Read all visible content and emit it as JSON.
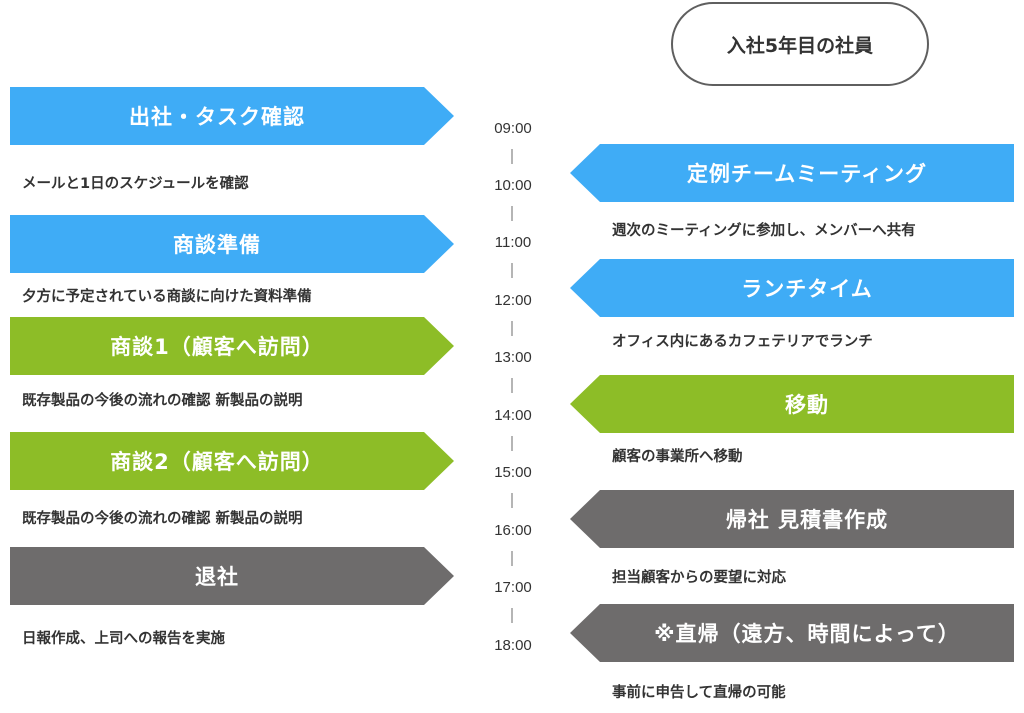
{
  "header": {
    "title": "入社5年目の社員"
  },
  "left_items": [
    {
      "label": "出社・タスク確認",
      "desc": "メールと1日のスケジュールを確認",
      "color": "#3facf6"
    },
    {
      "label": "商談準備",
      "desc": "夕方に予定されている商談に向けた資料準備",
      "color": "#3facf6"
    },
    {
      "label": "商談1（顧客へ訪問）",
      "desc": "既存製品の今後の流れの確認 新製品の説明",
      "color": "#8dbd27"
    },
    {
      "label": "商談2（顧客へ訪問）",
      "desc": "既存製品の今後の流れの確認 新製品の説明",
      "color": "#8dbd27"
    },
    {
      "label": "退社",
      "desc": "日報作成、上司への報告を実施",
      "color": "#6e6c6c"
    }
  ],
  "right_items": [
    {
      "label": "定例チームミーティング",
      "desc": "週次のミーティングに参加し、メンバーへ共有",
      "color": "#3facf6"
    },
    {
      "label": "ランチタイム",
      "desc": "オフィス内にあるカフェテリアでランチ",
      "color": "#3facf6"
    },
    {
      "label": "移動",
      "desc": "顧客の事業所へ移動",
      "color": "#8dbd27"
    },
    {
      "label": "帰社 見積書作成",
      "desc": "担当顧客からの要望に対応",
      "color": "#6e6c6c"
    },
    {
      "label": "※直帰（遠方、時間によって）",
      "desc": "事前に申告して直帰の可能",
      "color": "#6e6c6c"
    }
  ],
  "times": [
    "09:00",
    "10:00",
    "11:00",
    "12:00",
    "13:00",
    "14:00",
    "15:00",
    "16:00",
    "17:00",
    "18:00"
  ]
}
